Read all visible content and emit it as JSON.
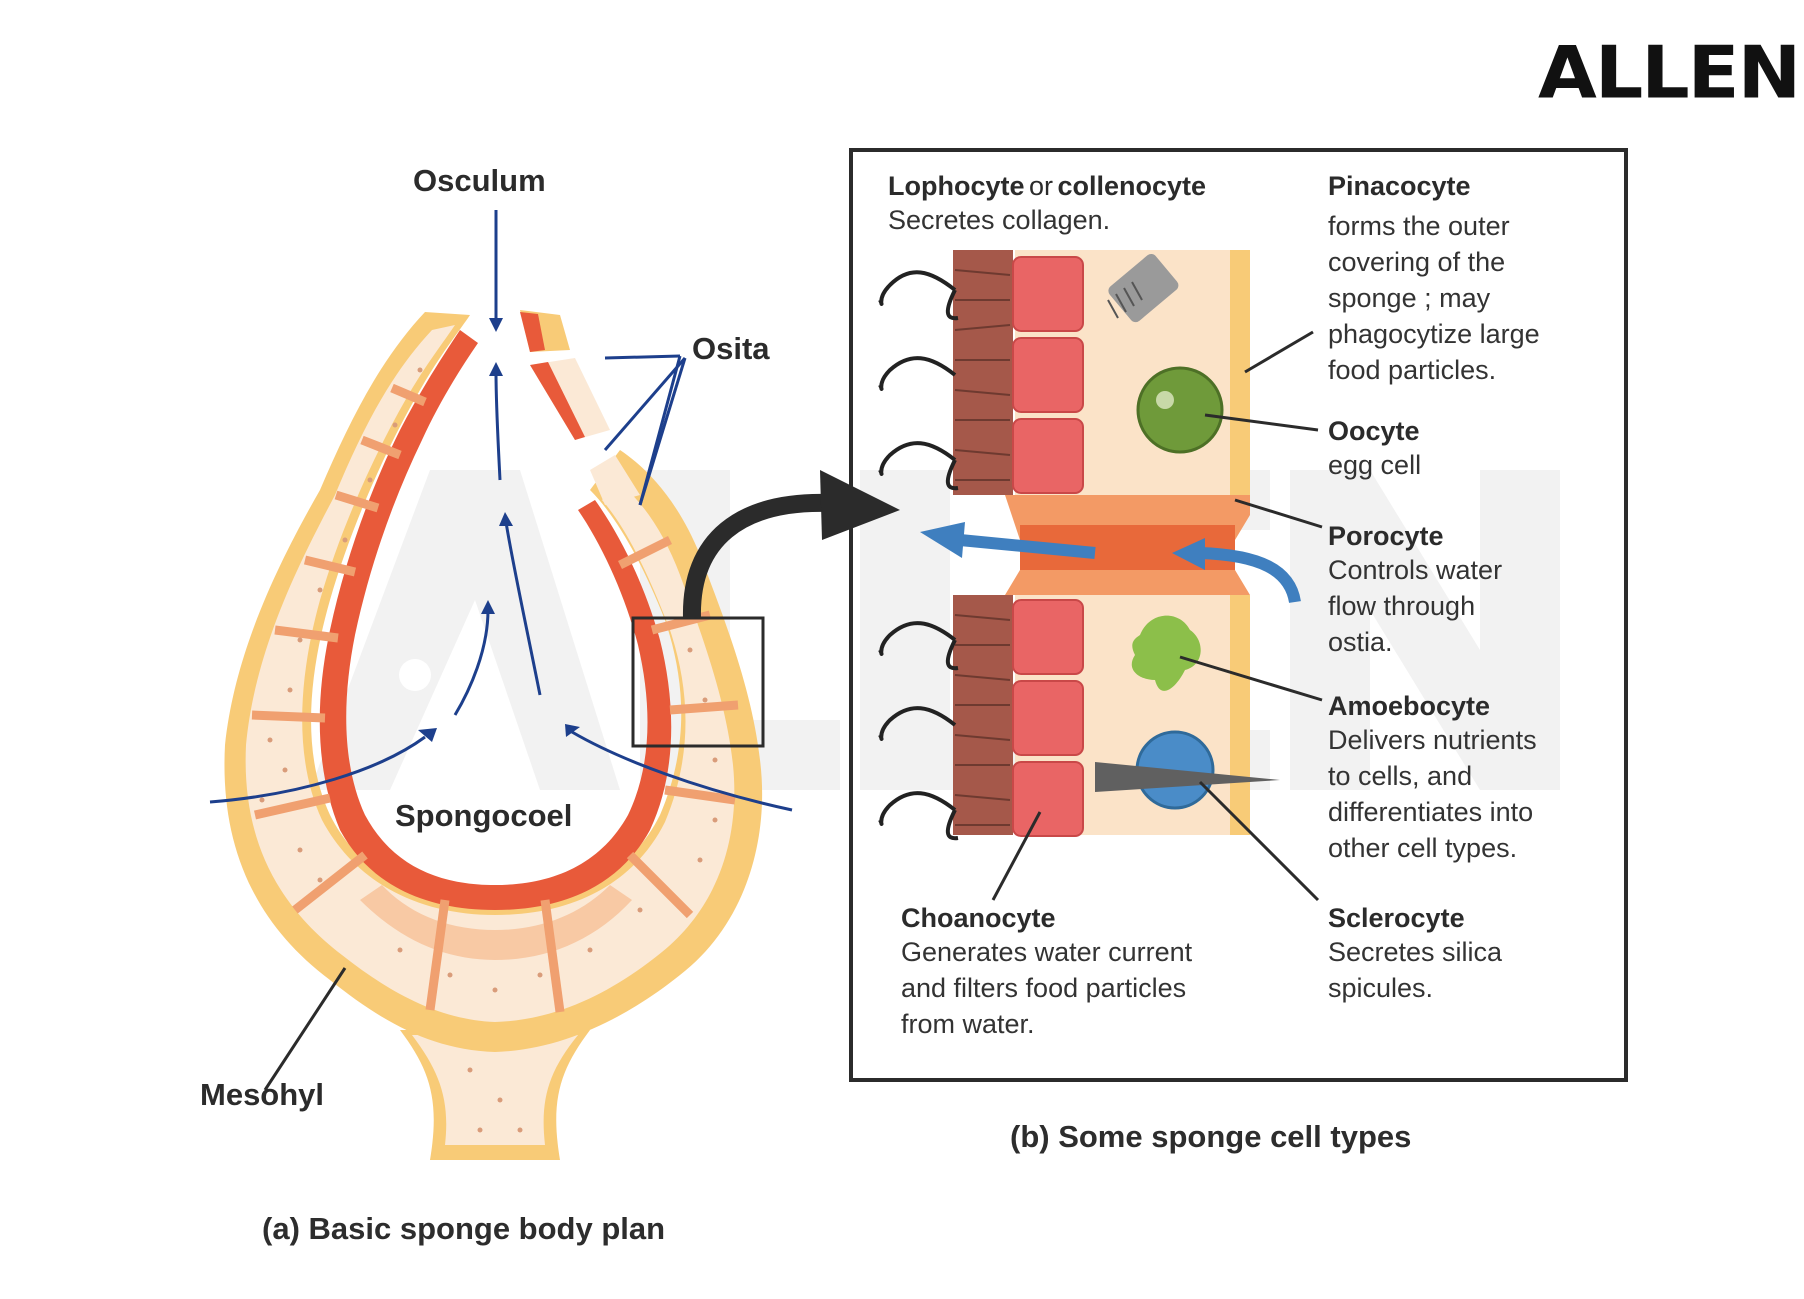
{
  "logo": {
    "text": "ALLEN"
  },
  "colors": {
    "mesohyl_light": "#fbe9d6",
    "mesohyl_mid": "#f8c9a4",
    "outer_yellow": "#f8cb77",
    "inner_red": "#e85a3a",
    "choanocyte": "#e96565",
    "water_arrow": "#3f7fbf",
    "flow_arrow": "#1d3f8c"
  },
  "diagram_a": {
    "labels": {
      "osculum": "Osculum",
      "osita": "Osita",
      "spongocoel": "Spongocoel",
      "mesohyl": "Mesohyl"
    },
    "caption": "(a) Basic sponge body plan"
  },
  "diagram_b": {
    "caption": "(b) Some sponge cell types",
    "lophocyte": {
      "name": "Lophocyte",
      "connector": "or",
      "alt_name": "collenocyte",
      "desc": "Secretes collagen."
    },
    "pinacocyte": {
      "name": "Pinacocyte",
      "desc_lines": [
        "forms the outer",
        "covering of the",
        "sponge ; may",
        "phagocytize large",
        "food particles."
      ]
    },
    "oocyte": {
      "name": "Oocyte",
      "desc_lines": [
        "egg cell"
      ]
    },
    "porocyte": {
      "name": "Porocyte",
      "desc_lines": [
        "Controls water",
        "flow through",
        "ostia."
      ]
    },
    "amoebocyte": {
      "name": "Amoebocyte",
      "desc_lines": [
        "Delivers nutrients",
        "to cells, and",
        "differentiates into",
        "other cell types."
      ]
    },
    "sclerocyte": {
      "name": "Sclerocyte",
      "desc_lines": [
        "Secretes silica",
        "spicules."
      ]
    },
    "choanocyte": {
      "name": "Choanocyte",
      "desc_lines": [
        "Generates water current",
        "and filters food particles",
        "from water."
      ]
    }
  }
}
